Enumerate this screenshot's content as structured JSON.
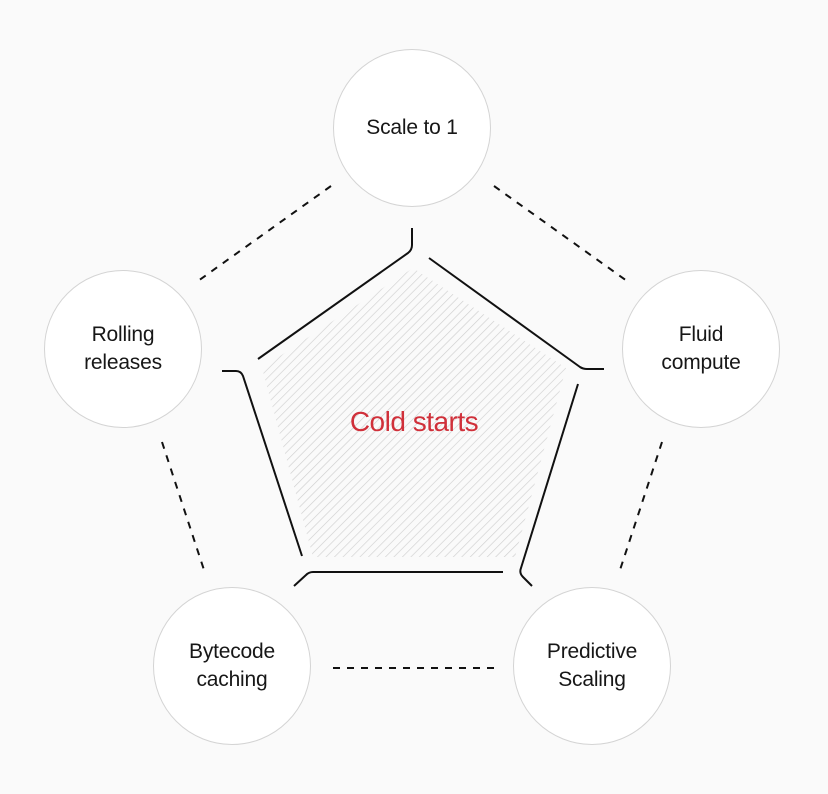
{
  "diagram": {
    "center": {
      "label": "Cold starts",
      "color": "#d0303a"
    },
    "nodes": [
      {
        "id": "top",
        "label": "Scale to 1"
      },
      {
        "id": "right",
        "label": "Fluid\ncompute"
      },
      {
        "id": "bottom-right",
        "label": "Predictive\nScaling"
      },
      {
        "id": "bottom-left",
        "label": "Bytecode\ncaching"
      },
      {
        "id": "left",
        "label": "Rolling\nreleases"
      }
    ],
    "colors": {
      "background": "#fafafa",
      "node_fill": "#ffffff",
      "node_border": "#d4d4d4",
      "line": "#111111",
      "hatch": "#cfcfcf",
      "text": "#171717"
    }
  }
}
